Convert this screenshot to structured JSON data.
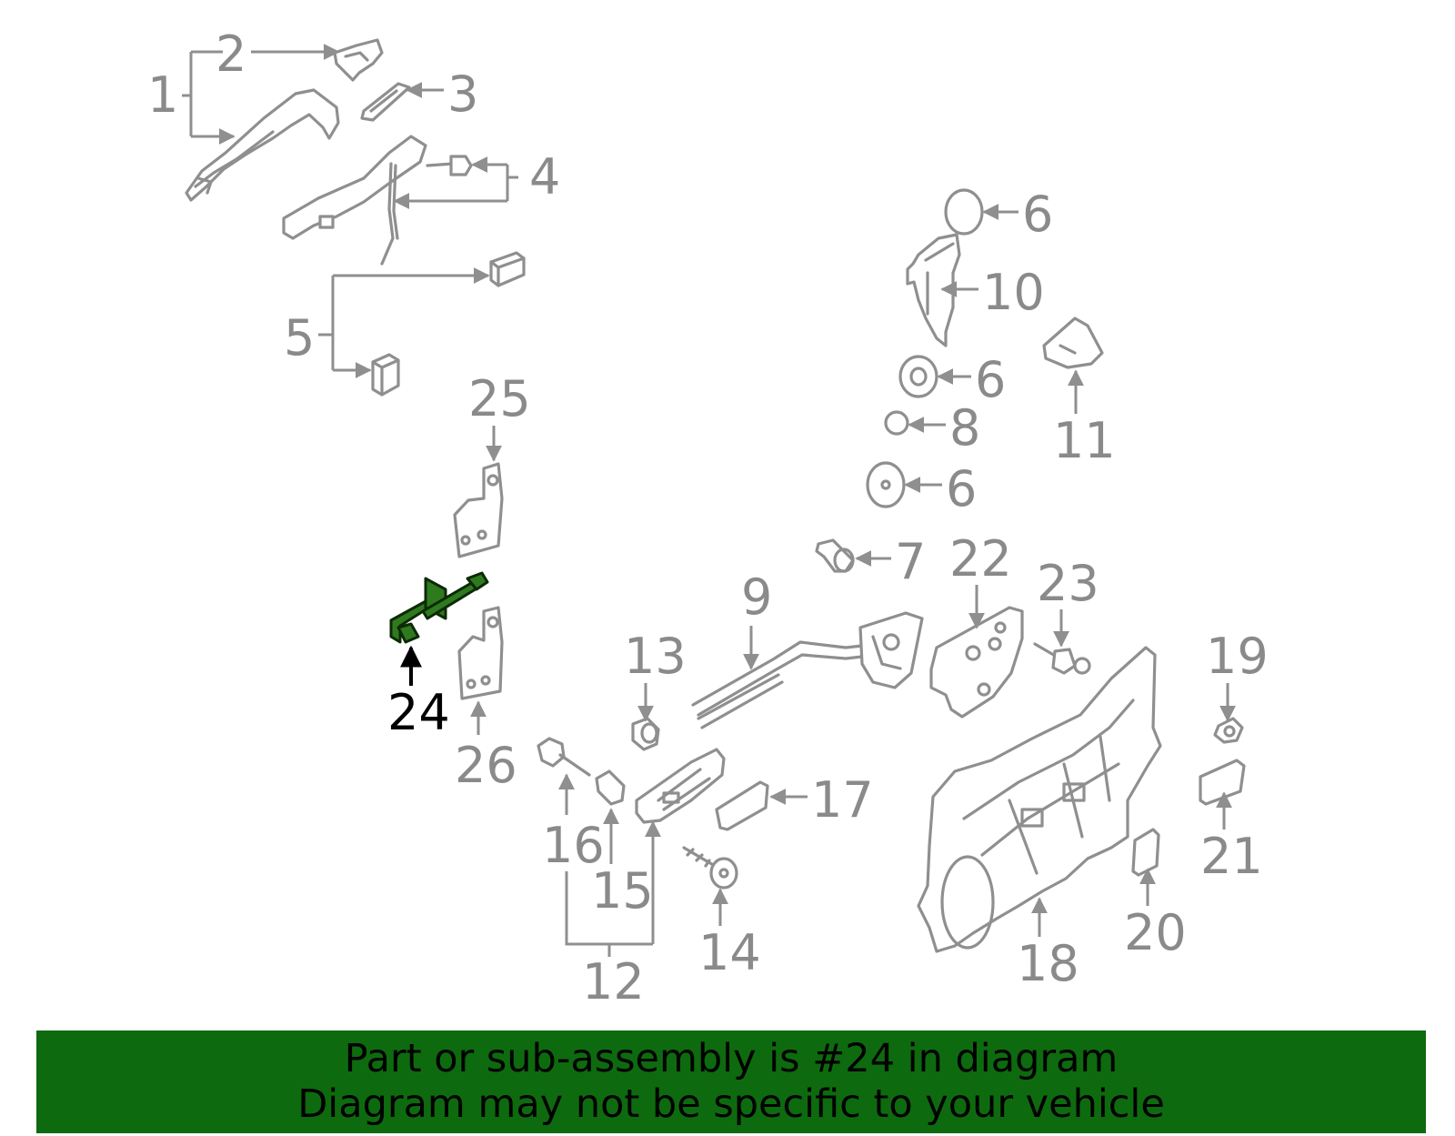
{
  "diagram": {
    "highlighted_part": "24",
    "colors": {
      "highlight": "#2f7a1f",
      "banner_background": "#0e6a0e",
      "part_stroke": "#8f8f8f"
    },
    "labels": {
      "p1": "1",
      "p2": "2",
      "p3": "3",
      "p4": "4",
      "p5": "5",
      "p6a": "6",
      "p6b": "6",
      "p6c": "6",
      "p7": "7",
      "p8": "8",
      "p9": "9",
      "p10": "10",
      "p11": "11",
      "p12": "12",
      "p13": "13",
      "p14": "14",
      "p15": "15",
      "p16": "16",
      "p17": "17",
      "p18": "18",
      "p19": "19",
      "p20": "20",
      "p21": "21",
      "p22": "22",
      "p23": "23",
      "p24": "24",
      "p25": "25",
      "p26": "26"
    }
  },
  "banner": {
    "line1": "Part or sub-assembly is #24 in diagram",
    "line2": "Diagram may not be specific to your vehicle"
  }
}
